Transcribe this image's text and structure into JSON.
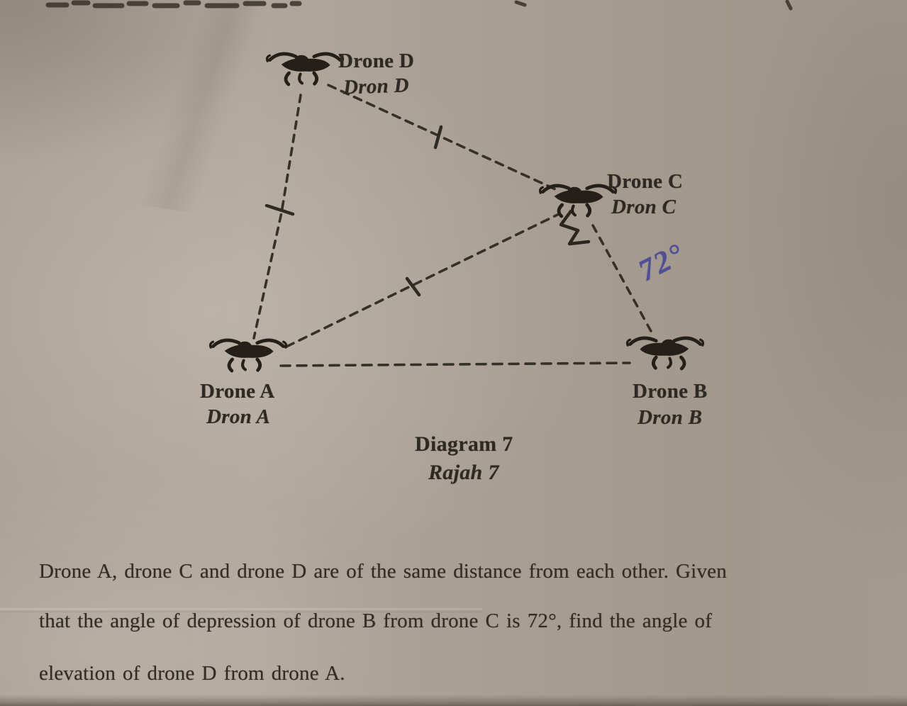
{
  "diagram": {
    "drones": [
      {
        "id": "D",
        "name_en": "Drone D",
        "name_ms": "Dron D"
      },
      {
        "id": "C",
        "name_en": "Drone C",
        "name_ms": "Dron C"
      },
      {
        "id": "A",
        "name_en": "Drone A",
        "name_ms": "Dron A"
      },
      {
        "id": "B",
        "name_en": "Drone B",
        "name_ms": "Dron B"
      }
    ],
    "edges": [
      {
        "from": "D",
        "to": "A",
        "style": "dashed",
        "equal_tick": true
      },
      {
        "from": "D",
        "to": "C",
        "style": "dashed",
        "equal_tick": true
      },
      {
        "from": "A",
        "to": "C",
        "style": "dashed",
        "equal_tick": true
      },
      {
        "from": "C",
        "to": "B",
        "style": "dashed",
        "equal_tick": false
      },
      {
        "from": "A",
        "to": "B",
        "style": "dashed",
        "equal_tick": false
      }
    ],
    "angle_annotation": {
      "text": "72°",
      "style": "handwritten pen",
      "color": "#4e4f97",
      "at": "angle of depression at drone C toward drone B"
    },
    "caption_en": "Diagram 7",
    "caption_ms": "Rajah 7"
  },
  "question": {
    "line1": "Drone A, drone C and drone D are of the same distance from each other. Given",
    "line2": "that the angle of depression of drone B from drone C is 72°, find the angle of",
    "line3": "elevation of drone D from drone A."
  },
  "colors": {
    "paper": "#a89e93",
    "ink": "#322c25",
    "pen_blue": "#4e4f97"
  }
}
